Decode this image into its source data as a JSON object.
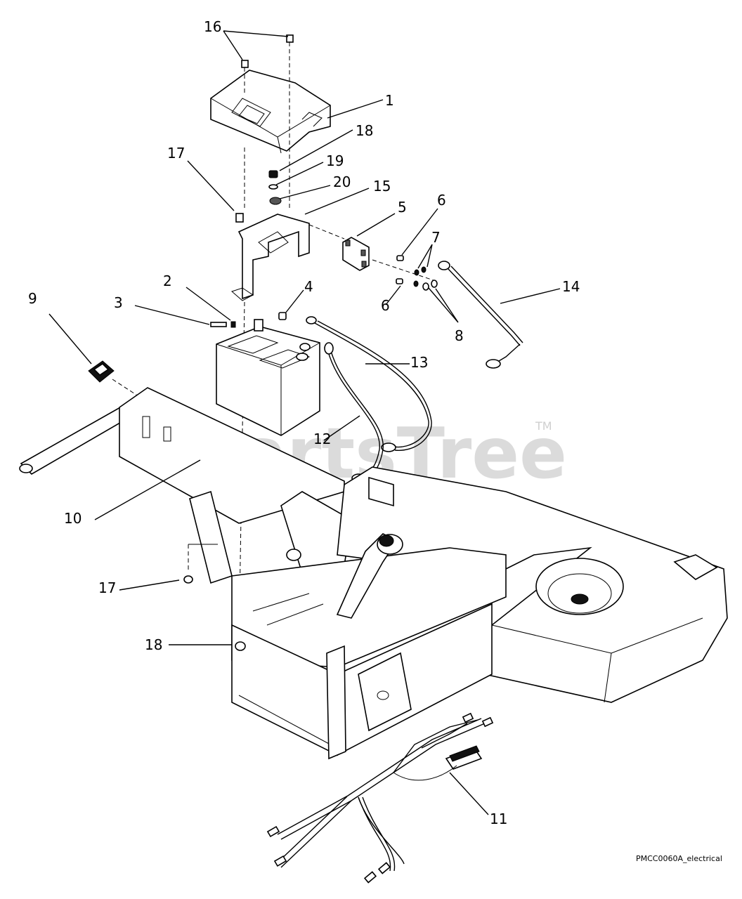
{
  "watermark": {
    "text": "PartsTree",
    "trademark": "TM"
  },
  "caption": "PMCC0060A_electrical",
  "callouts": [
    "16",
    "1",
    "18",
    "17",
    "19",
    "20",
    "15",
    "5",
    "6",
    "7",
    "2",
    "4",
    "3",
    "9",
    "14",
    "6",
    "8",
    "13",
    "12",
    "10",
    "17",
    "18",
    "11"
  ]
}
